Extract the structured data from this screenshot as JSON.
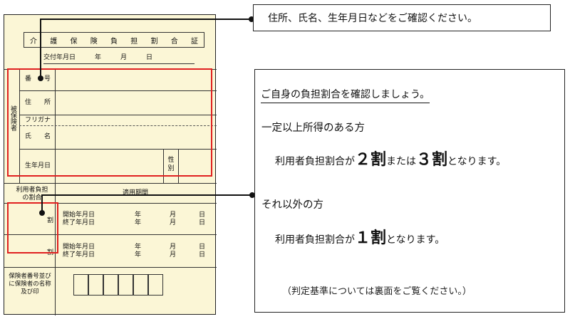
{
  "card": {
    "title_chars": [
      "介",
      "護",
      "保",
      "険",
      "負",
      "担",
      "割",
      "合",
      "証"
    ],
    "issue_date": "交付年月日　　　年　　　月　　　日",
    "insured_label": "被保険者",
    "number_label": "番　　号",
    "address_label": "住　　所",
    "furigana_label": "フリガナ",
    "name_label": "氏　　名",
    "birthdate_label": "生年月日",
    "sex_label": "性別",
    "ratio_label_line1": "利用者負担",
    "ratio_label_line2": "の割合",
    "period_label": "適用期間",
    "wari": "割",
    "period_rows": [
      {
        "start": "開始年月日",
        "end": "終了年月日",
        "y": "年",
        "m": "月",
        "d": "日"
      },
      {
        "start": "開始年月日",
        "end": "終了年月日",
        "y": "年",
        "m": "月",
        "d": "日"
      }
    ],
    "insurer_label": "保険者番号並びに保険者の名称及び印"
  },
  "callout_top": {
    "text": "住所、氏名、生年月日などをご確認ください。"
  },
  "callout_main": {
    "heading": "ご自身の負担割合を確認しましょう。",
    "section1": "一定以上所得のある方",
    "line1_prefix": "利用者負担割合が",
    "line1_num1": "２割",
    "line1_mid": "または",
    "line1_num2": "３割",
    "line1_suffix": "となります。",
    "section2": "それ以外の方",
    "line2_prefix": "利用者負担割合が",
    "line2_num": "１割",
    "line2_suffix": "となります。",
    "note": "（判定基準については裏面をご覧ください。）"
  }
}
